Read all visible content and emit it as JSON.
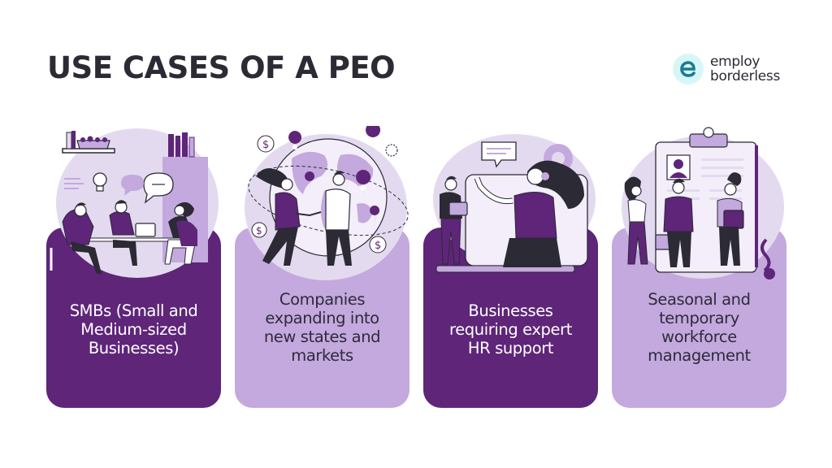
{
  "header": {
    "title": "USE CASES OF A PEO"
  },
  "logo": {
    "icon": "employ-borderless-e-logo-icon",
    "line1": "employ",
    "line2": "borderless",
    "colors": {
      "mark_bg": "#d7f6f7",
      "mark_fg": "#1b7c93"
    }
  },
  "cards": [
    {
      "label": "SMBs (Small and Medium-sized Businesses)",
      "lines": [
        "SMBs (Small and",
        "Medium-sized",
        "Businesses)"
      ],
      "theme": "dark",
      "illustration": "team-meeting-illustration"
    },
    {
      "label": "Companies expanding into new states and markets",
      "lines": [
        "Companies",
        "expanding into",
        "new states and",
        "markets"
      ],
      "theme": "light",
      "illustration": "global-handshake-illustration"
    },
    {
      "label": "Businesses requiring expert HR support",
      "lines": [
        "Businesses",
        "requiring expert",
        "HR support"
      ],
      "theme": "dark",
      "illustration": "hr-video-support-illustration"
    },
    {
      "label": "Seasonal and temporary workforce management",
      "lines": [
        "Seasonal and",
        "temporary",
        "workforce",
        "management"
      ],
      "theme": "light",
      "illustration": "workforce-clipboard-illustration"
    }
  ],
  "colors": {
    "dark_purple": "#5e2579",
    "light_purple": "#c3a9dd",
    "pale_purple": "#e4daf0",
    "title_text": "#2b2a35"
  }
}
